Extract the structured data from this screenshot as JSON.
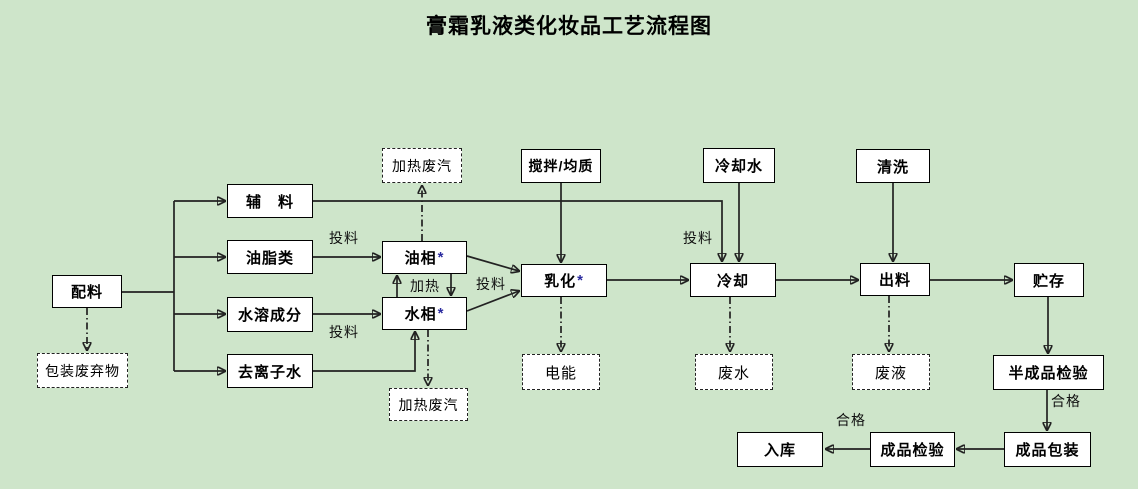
{
  "title": "膏霜乳液类化妆品工艺流程图",
  "colors": {
    "background": "#cee5ca",
    "box_fill": "#ffffff",
    "box_border": "#000000",
    "connector_line": "#222222",
    "asterisk_accent": "#2a2a9e"
  },
  "nodes": [
    {
      "id": "batching",
      "label": "配料",
      "type": "process"
    },
    {
      "id": "auxiliary-materials",
      "label": "辅　料",
      "type": "process"
    },
    {
      "id": "oils",
      "label": "油脂类",
      "type": "process"
    },
    {
      "id": "water-soluble-components",
      "label": "水溶成分",
      "type": "process"
    },
    {
      "id": "deionized-water",
      "label": "去离子水",
      "type": "process"
    },
    {
      "id": "oil-phase",
      "label": "油相",
      "suffix": "*",
      "type": "process"
    },
    {
      "id": "water-phase",
      "label": "水相",
      "suffix": "*",
      "type": "process"
    },
    {
      "id": "emulsification",
      "label": "乳化",
      "suffix": "*",
      "type": "process"
    },
    {
      "id": "cooling",
      "label": "冷却",
      "type": "process"
    },
    {
      "id": "discharge",
      "label": "出料",
      "type": "process"
    },
    {
      "id": "storage",
      "label": "贮存",
      "type": "process"
    },
    {
      "id": "stirring-homogenizing",
      "label": "搅拌/均质",
      "type": "input"
    },
    {
      "id": "cooling-water",
      "label": "冷却水",
      "type": "input"
    },
    {
      "id": "cleaning",
      "label": "清洗",
      "type": "input"
    },
    {
      "id": "semi-finished-inspection",
      "label": "半成品检验",
      "type": "process"
    },
    {
      "id": "finished-packaging",
      "label": "成品包装",
      "type": "process"
    },
    {
      "id": "finished-inspection",
      "label": "成品检验",
      "type": "process"
    },
    {
      "id": "warehousing",
      "label": "入库",
      "type": "process"
    },
    {
      "id": "packaging-waste",
      "label": "包装废弃物",
      "type": "waste"
    },
    {
      "id": "heating-exhaust-top",
      "label": "加热废汽",
      "type": "waste"
    },
    {
      "id": "heating-exhaust-bottom",
      "label": "加热废汽",
      "type": "waste"
    },
    {
      "id": "electric-energy",
      "label": "电能",
      "type": "waste"
    },
    {
      "id": "wastewater",
      "label": "废水",
      "type": "waste"
    },
    {
      "id": "waste-liquid",
      "label": "废液",
      "type": "waste"
    }
  ],
  "edge_labels": [
    {
      "id": "feed-oils",
      "text": "投料"
    },
    {
      "id": "feed-water",
      "text": "投料"
    },
    {
      "id": "feed-emulsify",
      "text": "投料"
    },
    {
      "id": "feed-cooling",
      "text": "投料"
    },
    {
      "id": "heating",
      "text": "加热"
    },
    {
      "id": "qualified-semi",
      "text": "合格"
    },
    {
      "id": "qualified-final",
      "text": "合格"
    }
  ]
}
